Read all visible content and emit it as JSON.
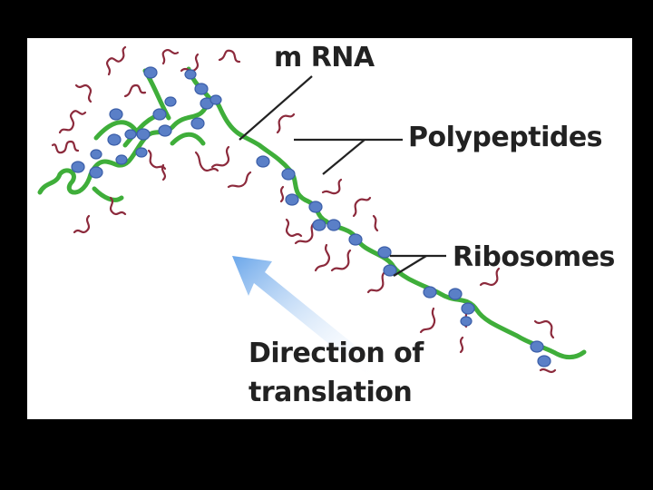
{
  "labels": {
    "mrna": "m RNA",
    "polypeptides": "Polypeptides",
    "ribosomes": "Ribosomes",
    "direction_line1": "Direction of",
    "direction_line2": "translation"
  },
  "colors": {
    "mrna_strand": "#3fae3a",
    "ribosome": "#5a7fc7",
    "ribosome_dark": "#3b5ea8",
    "polypeptide": "#8c2a3c",
    "arrow": "#7fb0e6",
    "pointer_line": "#222222",
    "frame": "#000000",
    "panel": "#ffffff"
  }
}
